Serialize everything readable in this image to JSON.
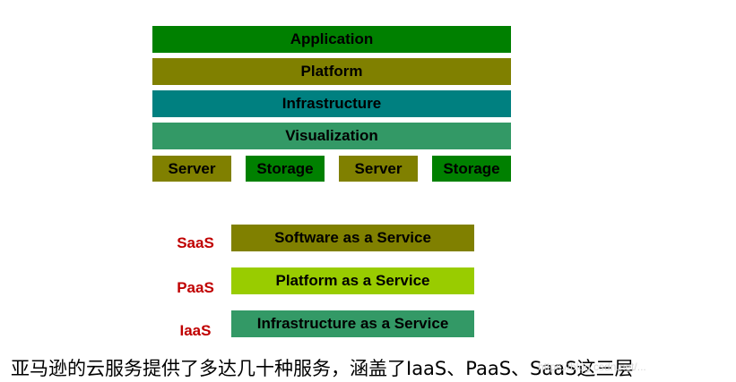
{
  "stack": {
    "layers": [
      {
        "label": "Application",
        "color": "#008000"
      },
      {
        "label": "Platform",
        "color": "#808000"
      },
      {
        "label": "Infrastructure",
        "color": "#008080"
      },
      {
        "label": "Visualization",
        "color": "#339966"
      }
    ],
    "resources": [
      {
        "label": "Server",
        "color": "#808000"
      },
      {
        "label": "Storage",
        "color": "#008000"
      },
      {
        "label": "Server",
        "color": "#808000"
      },
      {
        "label": "Storage",
        "color": "#008000"
      }
    ]
  },
  "services": [
    {
      "abbr": "SaaS",
      "label": "Software as a Service",
      "color": "#808000"
    },
    {
      "abbr": "PaaS",
      "label": "Platform as a Service",
      "color": "#99cc00"
    },
    {
      "abbr": "IaaS",
      "label": "Infrastructure as a Service",
      "color": "#339966"
    }
  ],
  "abbr_color": "#c00000",
  "caption": "亚马逊的云服务提供了多达几十种服务，涵盖了IaaS、PaaS、SaaS这三层",
  "watermark": "https://blog.csdn.net/..."
}
